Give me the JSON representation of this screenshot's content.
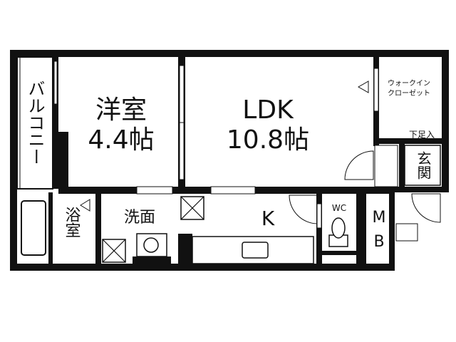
{
  "rooms": {
    "balcony": "バルコニー",
    "western_room_name": "洋室",
    "western_room_size": "4.4帖",
    "ldk_name": "LDK",
    "ldk_size": "10.8帖",
    "walk_in_closet_line1": "ウォークイン",
    "walk_in_closet_line2": "クローゼット",
    "getabako": "下足入",
    "entrance": "玄関",
    "bath": "浴室",
    "washroom": "洗面",
    "kitchen": "K",
    "toilet": "WC",
    "meter_box": "MB"
  },
  "colors": {
    "wall": "#111111",
    "background": "#ffffff"
  }
}
